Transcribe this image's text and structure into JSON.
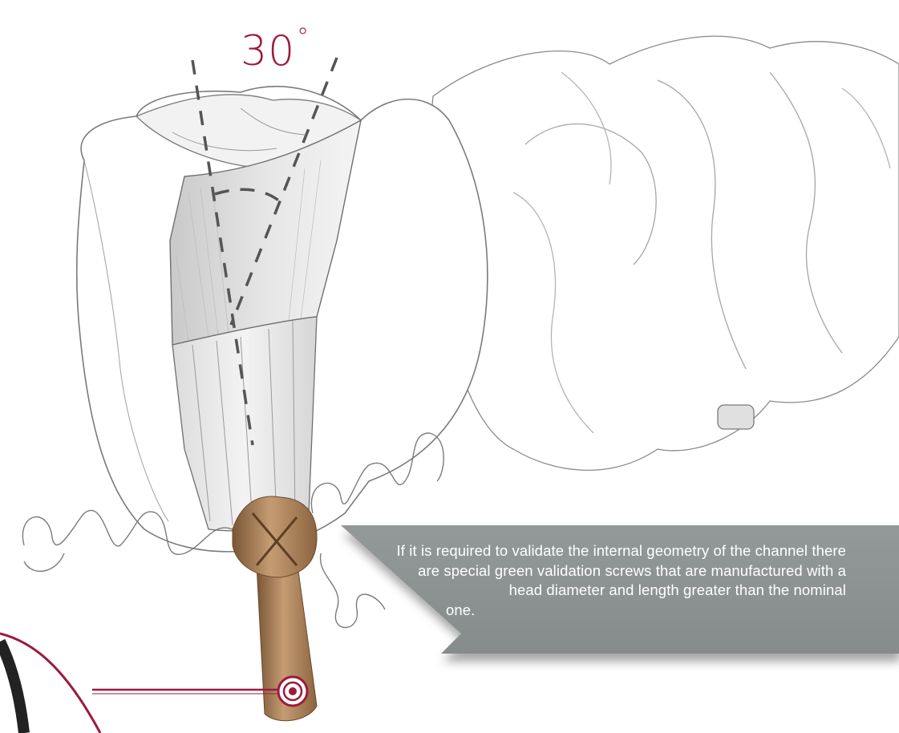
{
  "angle": {
    "value": "30",
    "unit": "°"
  },
  "callout": {
    "text": "If it is required to validate the internal geometry of the channel there are special green validation screws that are manufactured with a head diameter and length greater than the nominal",
    "last_line": "one."
  },
  "colors": {
    "accent": "#9c1b3c",
    "callout_bg": "#8e9493",
    "tool": "#a9825a",
    "dash": "#555555"
  },
  "icons": [
    "dental-crown-illustration",
    "milling-bur-icon",
    "target-marker-icon"
  ]
}
